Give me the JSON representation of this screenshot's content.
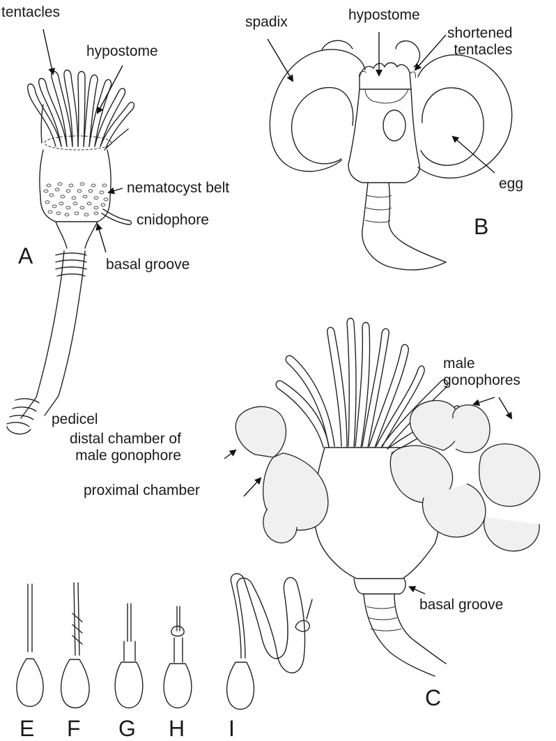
{
  "figure": {
    "panel_letters": {
      "A": "A",
      "B": "B",
      "C": "C",
      "E": "E",
      "F": "F",
      "G": "G",
      "H": "H",
      "I": "I"
    },
    "panel_A": {
      "tentacles": "tentacles",
      "hypostome": "hypostome",
      "nematocyst_belt": "nematocyst belt",
      "cnidophore": "cnidophore",
      "basal_groove": "basal groove",
      "pedicel": "pedicel"
    },
    "panel_B": {
      "spadix": "spadix",
      "hypostome": "hypostome",
      "shortened_tentacles": "shortened\ntentacles",
      "egg": "egg"
    },
    "panel_C": {
      "male_gonophores": "male\ngonophores",
      "distal_chamber": "distal chamber of\nmale gonophore",
      "proximal_chamber": "proximal chamber",
      "basal_groove": "basal groove"
    }
  }
}
